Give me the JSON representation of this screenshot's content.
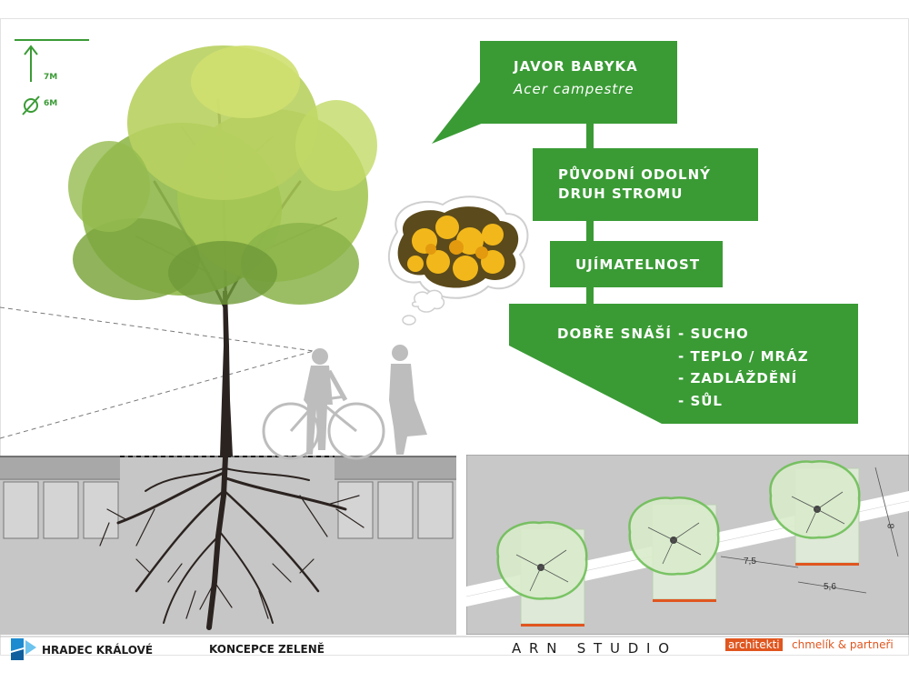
{
  "legend": {
    "height_label": "7M",
    "diameter_label": "6M"
  },
  "species": {
    "common_name": "JAVOR BABYKA",
    "latin_name": "Acer campestre"
  },
  "traits": {
    "native": [
      "PŮVODNÍ ODOLNÝ",
      "DRUH STROMU"
    ],
    "rooting": "UJÍMATELNOST",
    "tolerates_label": "DOBŘE SNÁŠÍ",
    "tolerates": [
      "- SUCHO",
      "- TEPLO / MRÁZ",
      "- ZADLÁŽDĚNÍ",
      "- SŮL"
    ]
  },
  "plan": {
    "spacing_label": "7,5",
    "width_label": "5,6",
    "height_label": "8"
  },
  "footer": {
    "city": "HRADEC KRÁLOVÉ",
    "project": "KONCEPCE ZELENĚ",
    "studio": "A R N   S T U D I O",
    "firm_left": "architekti",
    "firm_right": "chmelík & partneři"
  },
  "colors": {
    "green": "#3a9b35",
    "grey": "#c9c9c9",
    "orange": "#e0561f"
  }
}
